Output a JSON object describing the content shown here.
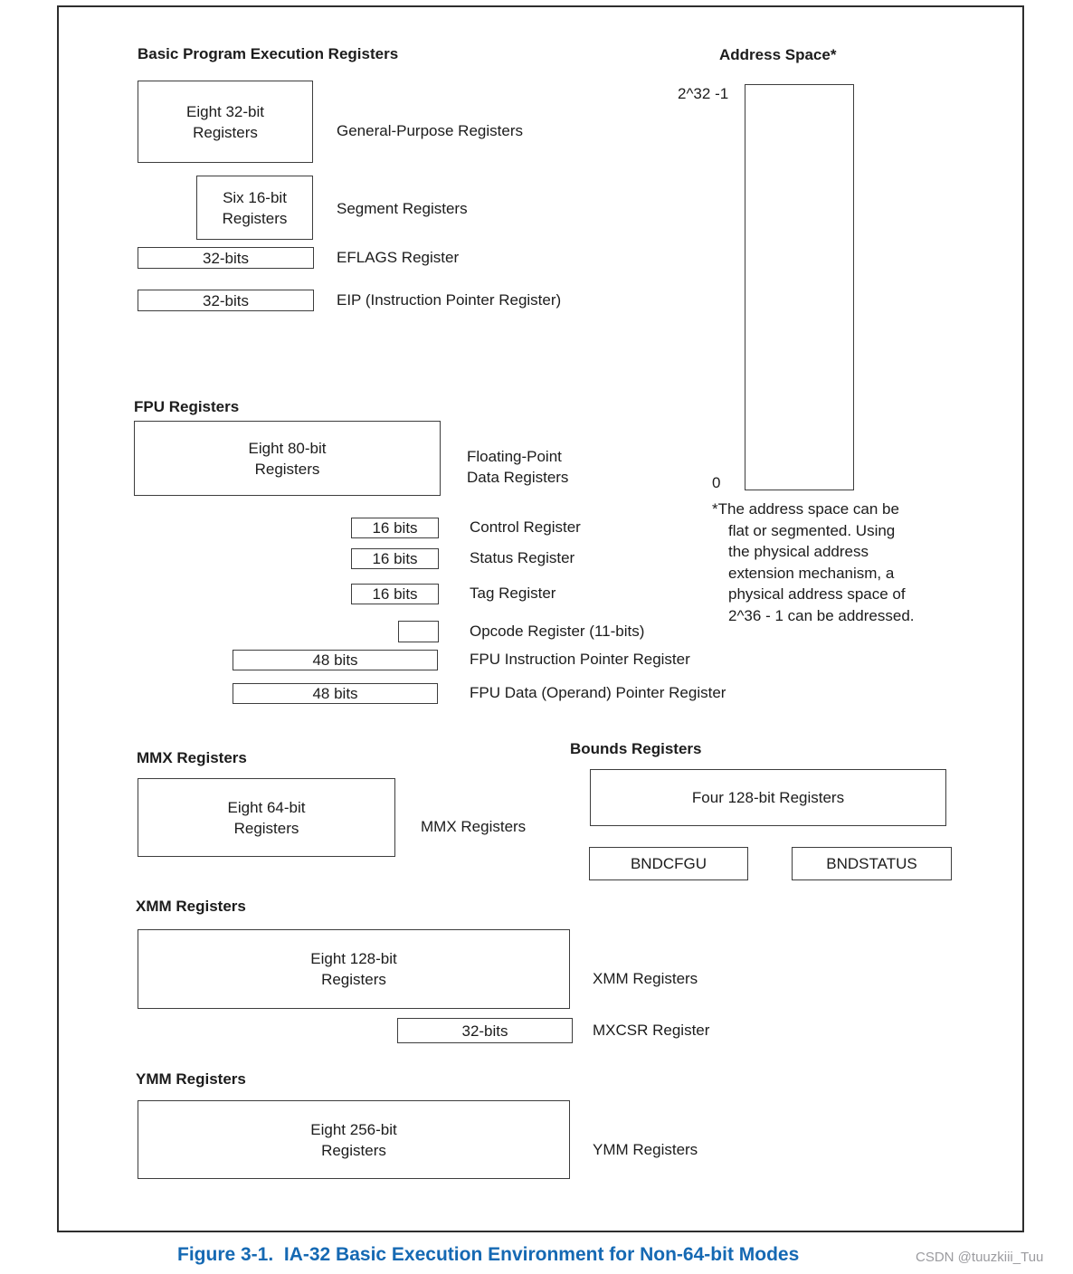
{
  "colors": {
    "caption_blue": "#1569b3",
    "watermark_gray": "#9b9b9f",
    "diagram_line": "#3d3d3d"
  },
  "basic": {
    "title": "Basic Program Execution Registers",
    "gp_box": "Eight 32-bit\nRegisters",
    "gp_label": "General-Purpose Registers",
    "seg_box": "Six 16-bit\nRegisters",
    "seg_label": "Segment Registers",
    "eflags_box": "32-bits",
    "eflags_label": "EFLAGS Register",
    "eip_box": "32-bits",
    "eip_label": "EIP (Instruction Pointer Register)"
  },
  "address_space": {
    "title": "Address Space*",
    "top_label": "2^32 -1",
    "bottom_label": "0",
    "footnote": "*The address space can be\nflat or segmented. Using\nthe physical address\nextension mechanism, a\nphysical address space of\n2^36 - 1 can be addressed."
  },
  "fpu": {
    "title": "FPU Registers",
    "data_box": "Eight 80-bit\nRegisters",
    "data_label": "Floating-Point\nData Registers",
    "rows": [
      {
        "box": "16 bits",
        "label": "Control Register"
      },
      {
        "box": "16 bits",
        "label": "Status Register"
      },
      {
        "box": "16 bits",
        "label": "Tag Register"
      },
      {
        "box": "",
        "label": "Opcode Register (11-bits)"
      },
      {
        "box": "48 bits",
        "label": "FPU Instruction Pointer Register"
      },
      {
        "box": "48 bits",
        "label": "FPU Data (Operand) Pointer Register"
      }
    ]
  },
  "mmx": {
    "title": "MMX Registers",
    "box": "Eight 64-bit\nRegisters",
    "label": "MMX Registers"
  },
  "bounds": {
    "title": "Bounds Registers",
    "box": "Four 128-bit Registers",
    "bndcfgu": "BNDCFGU",
    "bndstatus": "BNDSTATUS"
  },
  "xmm": {
    "title": "XMM Registers",
    "box": "Eight 128-bit\nRegisters",
    "label": "XMM Registers",
    "mxcsr_box": "32-bits",
    "mxcsr_label": "MXCSR Register"
  },
  "ymm": {
    "title": "YMM Registers",
    "box": "Eight 256-bit\nRegisters",
    "label": "YMM Registers"
  },
  "figure": {
    "caption": "Figure 3-1.  IA-32 Basic Execution Environment for Non-64-bit Modes",
    "watermark": "CSDN @tuuzkiii_Tuu"
  }
}
